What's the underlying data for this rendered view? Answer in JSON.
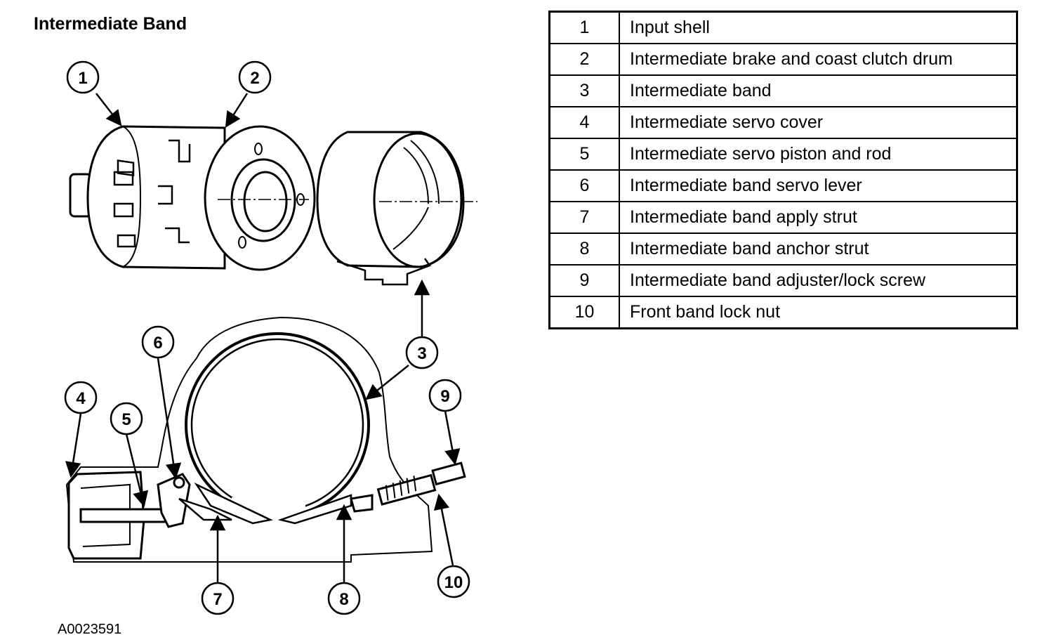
{
  "title": "Intermediate Band",
  "figure_id": "A0023591",
  "callouts": [
    "1",
    "2",
    "3",
    "4",
    "5",
    "6",
    "7",
    "8",
    "9",
    "10"
  ],
  "legend": [
    {
      "num": "1",
      "desc": "Input shell"
    },
    {
      "num": "2",
      "desc": "Intermediate brake and coast clutch drum"
    },
    {
      "num": "3",
      "desc": "Intermediate band"
    },
    {
      "num": "4",
      "desc": "Intermediate servo cover"
    },
    {
      "num": "5",
      "desc": "Intermediate servo piston and rod"
    },
    {
      "num": "6",
      "desc": "Intermediate band servo lever"
    },
    {
      "num": "7",
      "desc": "Intermediate band apply strut"
    },
    {
      "num": "8",
      "desc": "Intermediate band anchor strut"
    },
    {
      "num": "9",
      "desc": "Intermediate band adjuster/lock screw"
    },
    {
      "num": "10",
      "desc": "Front band lock nut"
    }
  ]
}
